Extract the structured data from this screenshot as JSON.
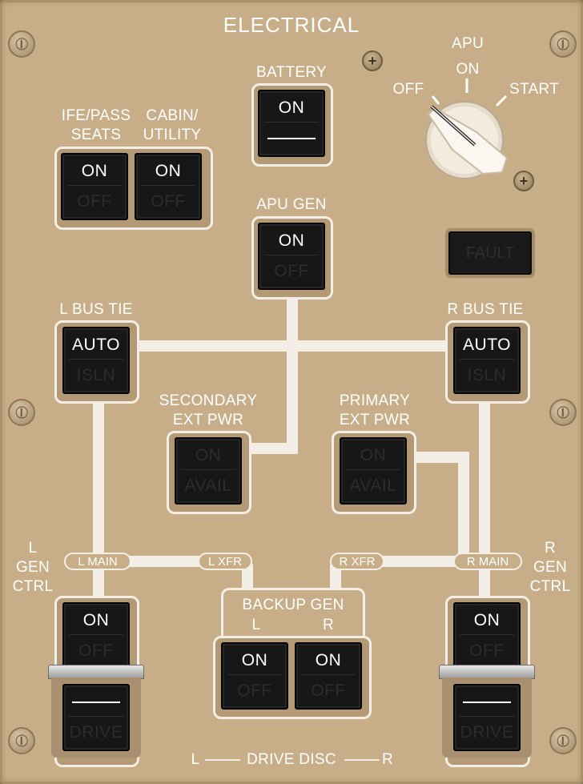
{
  "panel": {
    "title": "ELECTRICAL"
  },
  "labels": {
    "battery": "BATTERY",
    "ife_pass_seats_line1": "IFE/PASS",
    "ife_pass_seats_line2": "SEATS",
    "cabin_utility_line1": "CABIN/",
    "cabin_utility_line2": "UTILITY",
    "apu_gen": "APU GEN",
    "l_bus_tie": "L BUS TIE",
    "r_bus_tie": "R BUS TIE",
    "secondary_ext_pwr_line1": "SECONDARY",
    "secondary_ext_pwr_line2": "EXT PWR",
    "primary_ext_pwr_line1": "PRIMARY",
    "primary_ext_pwr_line2": "EXT PWR",
    "l_gen_ctrl_line1": "L",
    "l_gen_ctrl_line2": "GEN",
    "l_gen_ctrl_line3": "CTRL",
    "r_gen_ctrl_line1": "R",
    "r_gen_ctrl_line2": "GEN",
    "r_gen_ctrl_line3": "CTRL",
    "backup_gen": "BACKUP GEN",
    "backup_l": "L",
    "backup_r": "R",
    "drive_disc": "DRIVE DISC",
    "drive_disc_l": "L",
    "drive_disc_r": "R"
  },
  "apu_selector": {
    "label": "APU",
    "off": "OFF",
    "on": "ON",
    "start": "START",
    "position": "OFF"
  },
  "bus_tags": {
    "l_main": "L MAIN",
    "l_xfr": "L XFR",
    "r_xfr": "R XFR",
    "r_main": "R MAIN"
  },
  "switches": {
    "battery": {
      "top": "ON",
      "bottom": ""
    },
    "ife_pass_seats": {
      "top": "ON",
      "bottom": "OFF"
    },
    "cabin_utility": {
      "top": "ON",
      "bottom": "OFF"
    },
    "apu_gen": {
      "top": "ON",
      "bottom": "OFF"
    },
    "l_bus_tie": {
      "top": "AUTO",
      "bottom": "ISLN"
    },
    "r_bus_tie": {
      "top": "AUTO",
      "bottom": "ISLN"
    },
    "secondary_ext_pwr": {
      "top": "ON",
      "bottom": "AVAIL"
    },
    "primary_ext_pwr": {
      "top": "ON",
      "bottom": "AVAIL"
    },
    "l_gen_ctrl": {
      "top": "ON",
      "bottom": "OFF"
    },
    "r_gen_ctrl": {
      "top": "ON",
      "bottom": "OFF"
    },
    "backup_gen_l": {
      "top": "ON",
      "bottom": "OFF"
    },
    "backup_gen_r": {
      "top": "ON",
      "bottom": "OFF"
    },
    "l_drive_disc": {
      "top": "",
      "bottom": "DRIVE"
    },
    "r_drive_disc": {
      "top": "",
      "bottom": "DRIVE"
    }
  },
  "apu_fault": {
    "label": "FAULT"
  },
  "colors": {
    "panel": "#c7ae88",
    "wire": "#f4efe6",
    "cap": "#171717",
    "legend_lit": "#ffffff",
    "legend_dim": "#2c2c2c"
  }
}
